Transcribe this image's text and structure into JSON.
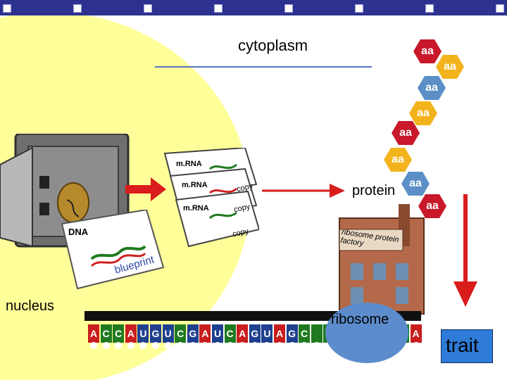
{
  "labels": {
    "cytoplasm": "cytoplasm",
    "nucleus": "nucleus",
    "protein": "protein",
    "ribosome": "ribosome",
    "trait": "trait"
  },
  "documents": {
    "mrna": "m.RNA",
    "copy": "copy",
    "dna": "DNA",
    "blueprint": "blueprint",
    "factory_sign": "ribosome protein factory"
  },
  "amino_acid_label": "aa",
  "sequence": [
    "A",
    "C",
    "C",
    "A",
    "U",
    "G",
    "U",
    "C",
    "G",
    "A",
    "U",
    "C",
    "A",
    "G",
    "U",
    "A",
    "G",
    "C",
    "",
    "",
    "",
    "",
    "",
    "",
    "",
    "C",
    "A"
  ],
  "base_colors": {
    "A": "#c81e1e",
    "C": "#1f7a1f",
    "G": "#1f3f8f",
    "U": "#1f3f8f",
    "": "#1f7a1f"
  },
  "hex_colors": [
    "#c8182a",
    "#f3b31d",
    "#5b8fc6",
    "#f3b31d",
    "#c8182a",
    "#f3b31d",
    "#5b8fc6",
    "#c8182a"
  ]
}
